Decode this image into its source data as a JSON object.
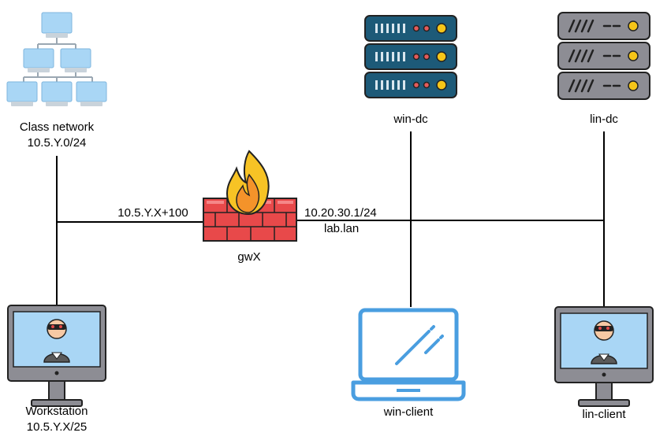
{
  "nodes": {
    "class_network": {
      "name": "Class network",
      "address": "10.5.Y.0/24",
      "icon": "network-hierarchy-icon"
    },
    "workstation": {
      "name": "Workstation",
      "address": "10.5.Y.X/25",
      "icon": "monitor-with-hacker-icon"
    },
    "firewall": {
      "name": "gwX",
      "icon": "firewall-icon"
    },
    "win_dc": {
      "name": "win-dc",
      "icon": "server-rack-icon"
    },
    "lin_dc": {
      "name": "lin-dc",
      "icon": "server-rack-icon"
    },
    "win_client": {
      "name": "win-client",
      "icon": "laptop-icon"
    },
    "lin_client": {
      "name": "lin-client",
      "icon": "monitor-with-hacker-icon"
    }
  },
  "links": {
    "outside_address": "10.5.Y.X+100",
    "inside_address": "10.20.30.1/24",
    "inside_domain": "lab.lan"
  },
  "colors": {
    "line": "#000000",
    "network_blue": "#a9d6f5",
    "server_dark": "#1d5a78",
    "server_grey": "#8d8d94",
    "brick_red": "#e8494a",
    "flame_yellow": "#f7c325",
    "laptop_blue": "#4a9ee0",
    "led_yellow": "#f5c518"
  }
}
